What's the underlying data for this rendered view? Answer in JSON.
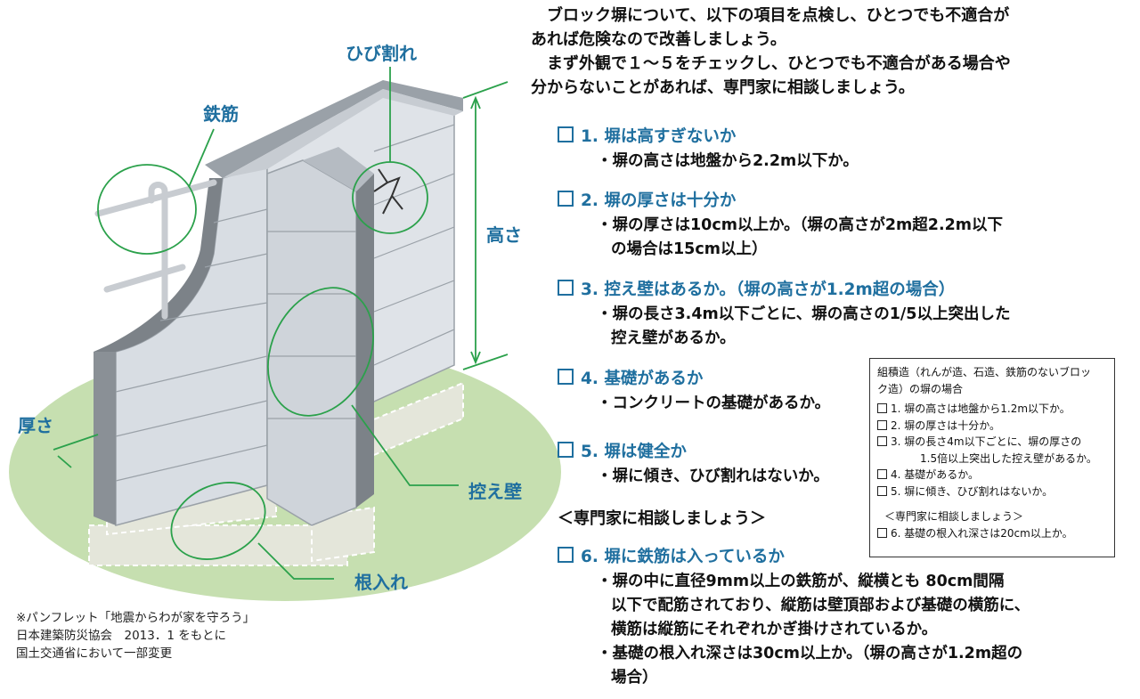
{
  "diagram": {
    "labels": {
      "rebar": "鉄筋",
      "crack": "ひび割れ",
      "height": "高さ",
      "thickness": "厚さ",
      "buttress": "控え壁",
      "embedment": "根入れ"
    },
    "colors": {
      "ground": "#c6dfb0",
      "wall_face": "#d8dde3",
      "wall_side": "#7c8288",
      "accent_green": "#2ba14b",
      "label_blue": "#1f6f9f"
    }
  },
  "caption": {
    "line1": "※パンフレット「地震からわが家を守ろう」",
    "line2": "日本建築防災協会　2013．1 をもとに",
    "line3": "国土交通省において一部変更"
  },
  "intro": {
    "line1": "　ブロック塀について、以下の項目を点検し、ひとつでも不適合が",
    "line2": "あれば危険なので改善しましょう。",
    "line3": "　まず外観で１～５をチェックし、ひとつでも不適合がある場合や",
    "line4": "分からないことがあれば、専門家に相談しましょう。"
  },
  "items": [
    {
      "title": "1. 塀は高すぎないか",
      "b1": "・塀の高さは地盤から2.2m以下か。"
    },
    {
      "title": "2. 塀の厚さは十分か",
      "b1": "・塀の厚さは10cm以上か。（塀の高さが2m超2.2m以下",
      "b1c": "の場合は15cm以上）"
    },
    {
      "title": "3. 控え壁はあるか。（塀の高さが1.2m超の場合）",
      "b1": "・塀の長さ3.4m以下ごとに、塀の高さの1/5以上突出した",
      "b1c": "控え壁があるか。"
    },
    {
      "title": "4. 基礎があるか",
      "b1": "・コンクリートの基礎があるか。"
    },
    {
      "title": "5. 塀は健全か",
      "b1": "・塀に傾き、ひび割れはないか。"
    }
  ],
  "consult_heading": "＜専門家に相談しましょう＞",
  "item6": {
    "title": "6. 塀に鉄筋は入っているか",
    "b1": "・塀の中に直径9mm以上の鉄筋が、縦横とも 80cm間隔",
    "b1c1": "以下で配筋されており、縦筋は壁頂部および基礎の横筋に、",
    "b1c2": "横筋は縦筋にそれぞれかぎ掛けされているか。",
    "b2": "・基礎の根入れ深さは30cm以上か。（塀の高さが1.2m超の",
    "b2c": "場合）"
  },
  "sidebox": {
    "head1": "組積造（れんが造、石造、鉄筋のないブロッ",
    "head2": "ク造）の塀の場合",
    "i1": "1. 塀の高さは地盤から1.2m以下か。",
    "i2": "2. 塀の厚さは十分か。",
    "i3": "3. 塀の長さ4m以下ごとに、塀の厚さの",
    "i3c": "1.5倍以上突出した控え壁があるか。",
    "i4": "4. 基礎があるか。",
    "i5": "5. 塀に傾き、ひび割れはないか。",
    "consult": "＜専門家に相談しましょう＞",
    "i6": "6. 基礎の根入れ深さは20cm以上か。"
  }
}
